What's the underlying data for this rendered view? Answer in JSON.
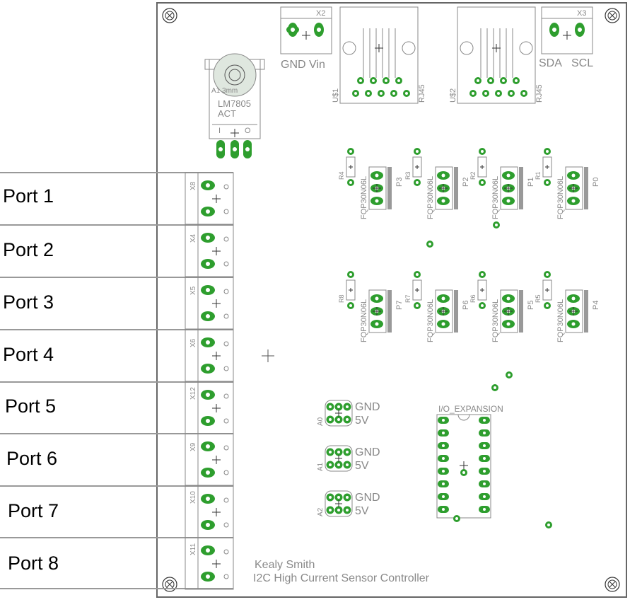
{
  "ports": [
    "Port 1",
    "Port 2",
    "Port 3",
    "Port 4",
    "Port 5",
    "Port 6",
    "Port 7",
    "Port 8"
  ],
  "port_connectors": [
    "X8",
    "X4",
    "X5",
    "X6",
    "X12",
    "X9",
    "X10",
    "X11"
  ],
  "power_connector": {
    "ref": "X2",
    "label": "GND Vin"
  },
  "i2c_connector": {
    "ref": "X3",
    "label_sda": "SDA",
    "label_scl": "SCL"
  },
  "regulator": {
    "part": "LM7805",
    "sub": "ACT",
    "top": "A1 3mm",
    "pins": [
      "I",
      "O"
    ]
  },
  "rj45": [
    {
      "ref": "U$1",
      "type": "RJ45"
    },
    {
      "ref": "U$2",
      "type": "RJ45"
    }
  ],
  "mosfets_top": [
    {
      "resistor": "R4",
      "part": "FQP30N06L",
      "ref": "P3"
    },
    {
      "resistor": "R3",
      "part": "FQP30N06L",
      "ref": "P2"
    },
    {
      "resistor": "R2",
      "part": "FQP30N06L",
      "ref": "P1"
    },
    {
      "resistor": "R1",
      "part": "FQP30N06L",
      "ref": "P0"
    }
  ],
  "mosfets_bottom": [
    {
      "resistor": "R8",
      "part": "FQP30N06L",
      "ref": "P7"
    },
    {
      "resistor": "R7",
      "part": "FQP30N06L",
      "ref": "P6"
    },
    {
      "resistor": "R6",
      "part": "FQP30N06L",
      "ref": "P5"
    },
    {
      "resistor": "R5",
      "part": "FQP30N06L",
      "ref": "P4"
    }
  ],
  "address_jumpers": [
    {
      "ref": "A0",
      "top": "GND",
      "bottom": "5V"
    },
    {
      "ref": "A1",
      "top": "GND",
      "bottom": "5V"
    },
    {
      "ref": "A2",
      "top": "GND",
      "bottom": "5V"
    }
  ],
  "io_expansion": {
    "label": "I/O_EXPANSION"
  },
  "credits": {
    "author": "Kealy Smith",
    "title": "I2C High Current Sensor Controller"
  },
  "colors": {
    "pad": "#2e9e2e",
    "silk": "#8a8a8a",
    "outline": "#555555"
  }
}
